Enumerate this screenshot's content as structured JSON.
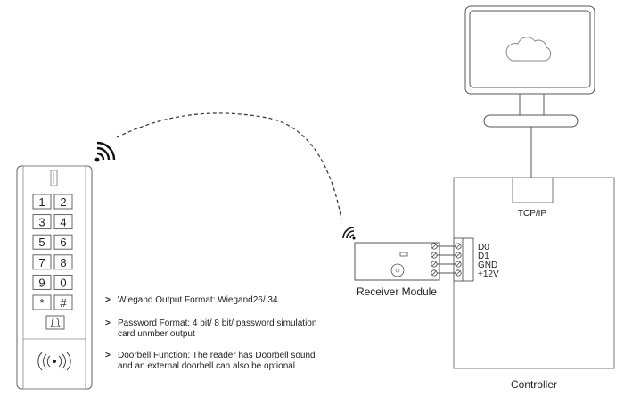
{
  "keypad": {
    "keys": [
      "1",
      "2",
      "3",
      "4",
      "5",
      "6",
      "7",
      "8",
      "9",
      "0",
      "*",
      "#"
    ],
    "doorbell_icon": "bell-icon",
    "rfid_icon": "rfid-wave-icon"
  },
  "features": [
    {
      "text": "Wiegand Output Format: Wiegand26/ 34"
    },
    {
      "text": "Password Format: 4 bit/ 8 bit/ password simulation card unmber output"
    },
    {
      "text": "Doorbell Function: The reader has Doorbell sound and an external doorbell can also be optional"
    }
  ],
  "feature_bullet": ">",
  "receiver": {
    "label": "Receiver Module"
  },
  "controller": {
    "label": "Controller",
    "port_label": "TCP/IP",
    "terminals": [
      "D0",
      "D1",
      "GND",
      "+12V"
    ]
  },
  "monitor": {
    "icon": "cloud-icon"
  },
  "colors": {
    "line": "#555555",
    "text": "#222222",
    "wifi": "#111111"
  }
}
